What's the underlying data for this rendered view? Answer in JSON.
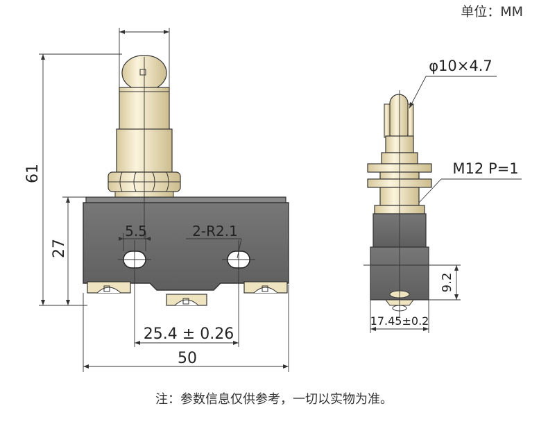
{
  "unit_label": "单位：MM",
  "note": "注：参数信息仅供参考，一切以实物为准。",
  "dimensions": {
    "overall_height": "61",
    "body_height": "27",
    "hole_offset": "5.5",
    "hole_radius": "2-R2.1",
    "hole_pitch": "25.4 ± 0.26",
    "body_width": "50",
    "roller_size": "φ10×4.7",
    "thread": "M12 P=1",
    "terminal_height": "9.2",
    "side_width": "17.45±0.2"
  },
  "colors": {
    "body": "#6b6b6b",
    "plunger": "#f3e7c4",
    "terminal": "#efe4c0",
    "line": "#333333"
  }
}
